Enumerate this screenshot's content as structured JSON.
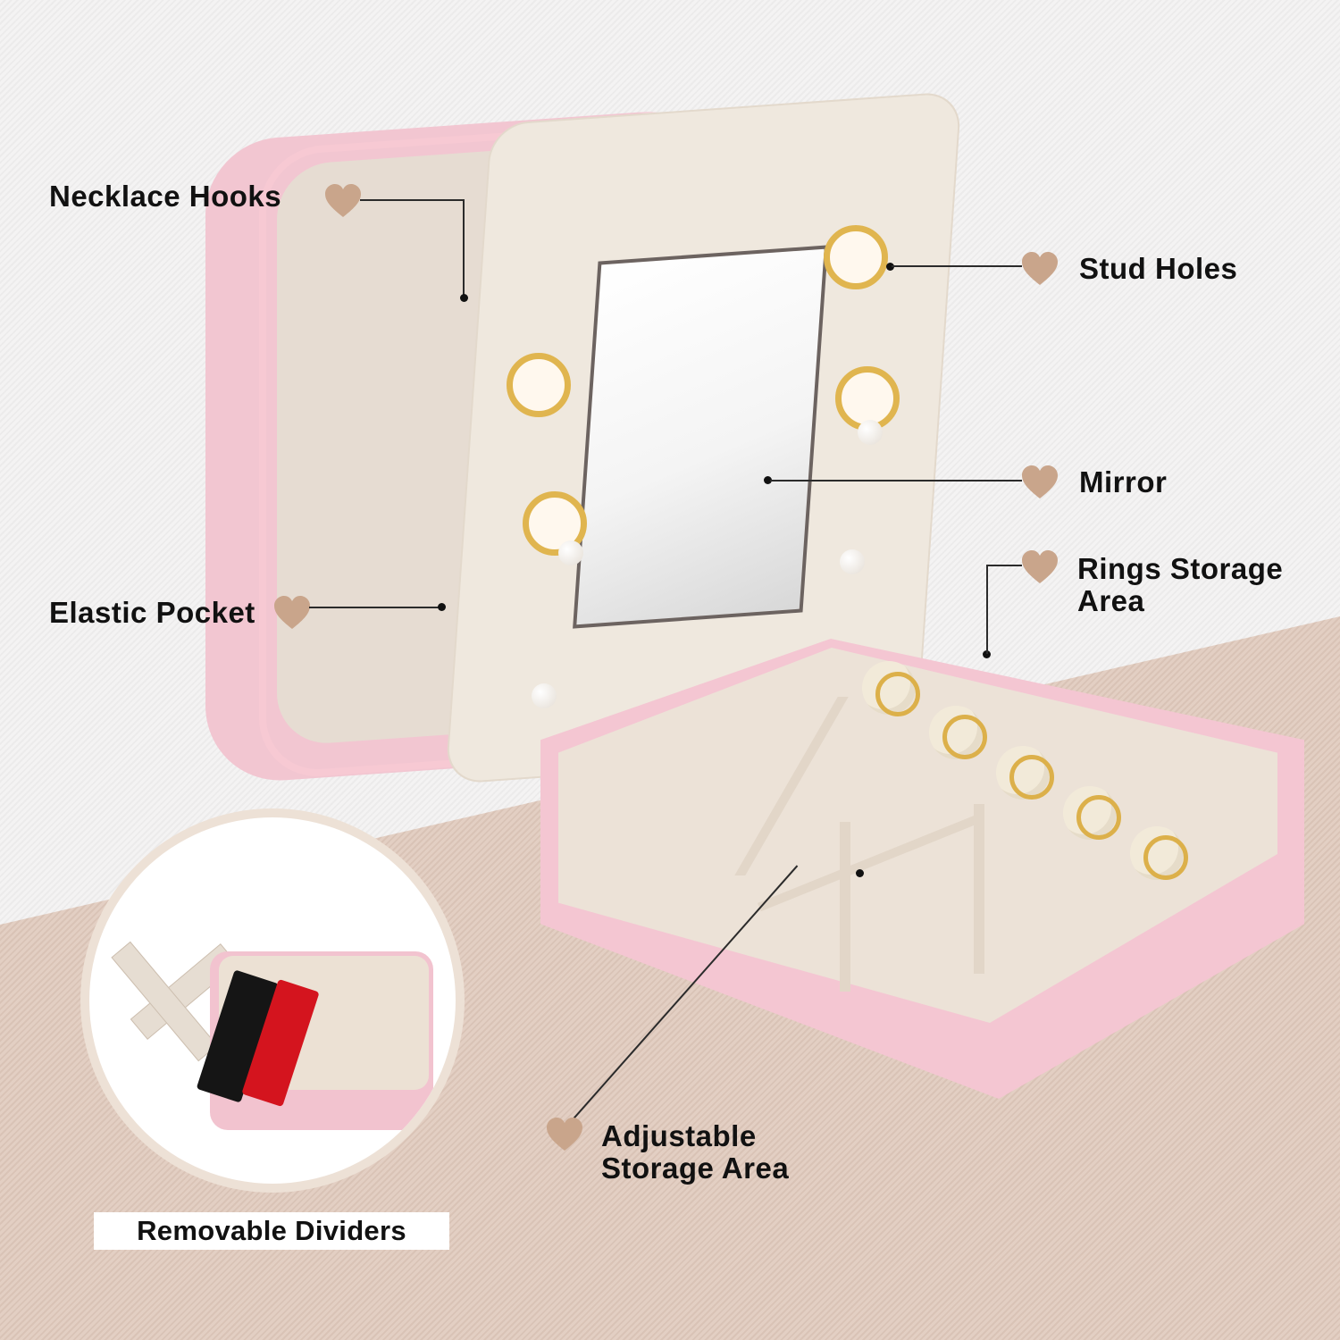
{
  "image": {
    "subject": "Pink travel jewelry box with mirror lid and ring storage",
    "colors": {
      "heart_icon": "#c9a58b",
      "case_pink": "#f4c6d2",
      "velvet_beige": "#ece2d7",
      "background_light": "#f3f1f1",
      "background_tan": "#dcc7bb",
      "text": "#111111"
    }
  },
  "callouts": {
    "necklace_hooks": {
      "label": "Necklace Hooks",
      "icon": "heart-icon"
    },
    "stud_holes": {
      "label": "Stud Holes",
      "icon": "heart-icon"
    },
    "mirror": {
      "label": "Mirror",
      "icon": "heart-icon"
    },
    "rings_storage": {
      "line1": "Rings Storage",
      "line2": "Area",
      "icon": "heart-icon"
    },
    "elastic_pocket": {
      "label": "Elastic Pocket",
      "icon": "heart-icon"
    },
    "adjustable_storage": {
      "line1": "Adjustable",
      "line2": "Storage Area",
      "icon": "heart-icon"
    }
  },
  "inset": {
    "caption": "Removable Dividers"
  }
}
